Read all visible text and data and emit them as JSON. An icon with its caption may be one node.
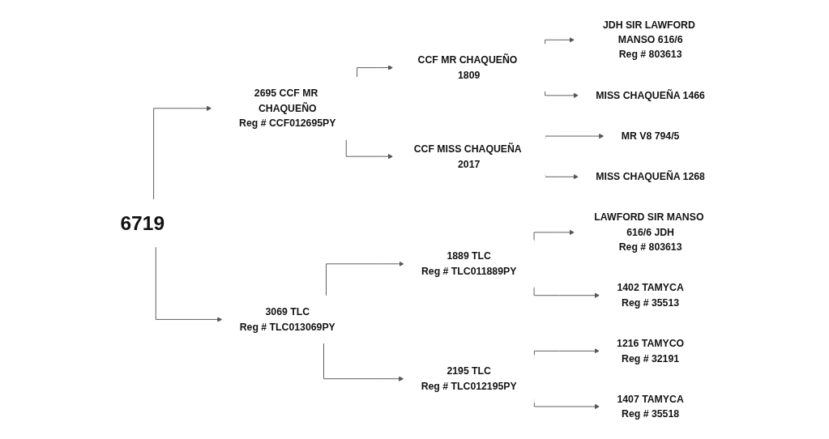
{
  "diagram": {
    "nodes": [
      {
        "text": [
          "6719"
        ]
      },
      {
        "text": [
          "2695 CCF MR CHAQUEÑO",
          "Reg # CCF012695PY"
        ]
      },
      {
        "text": [
          "CCF MR CHAQUEÑO 1809"
        ]
      },
      {
        "text": [
          "JDH SIR LAWFORD MANSO 616/6",
          "Reg # 803613"
        ]
      },
      {
        "text": [
          "MISS CHAQUEÑA 1466"
        ]
      },
      {
        "text": [
          "CCF MISS CHAQUEÑA 2017"
        ]
      },
      {
        "text": [
          "MR V8 794/5"
        ]
      },
      {
        "text": [
          "MISS CHAQUEÑA 1268"
        ]
      },
      {
        "text": [
          "3069 TLC",
          "Reg # TLC013069PY"
        ]
      },
      {
        "text": [
          "1889 TLC",
          "Reg # TLC011889PY"
        ]
      },
      {
        "text": [
          "LAWFORD SIR MANSO 616/6 JDH",
          "Reg # 803613"
        ]
      },
      {
        "text": [
          "1402 TAMYCA",
          "Reg # 35513"
        ]
      },
      {
        "text": [
          "2195 TLC",
          "Reg # TLC012195PY"
        ]
      },
      {
        "text": [
          "1216 TAMYCO",
          "Reg # 32191"
        ]
      },
      {
        "text": [
          "1407 TAMYCA",
          "Reg # 35518"
        ]
      }
    ],
    "edges": [
      {
        "from": 0,
        "to": 1,
        "arrow": "to"
      },
      {
        "from": 1,
        "to": 2,
        "arrow": "to"
      },
      {
        "from": 2,
        "to": 3,
        "arrow": "to"
      },
      {
        "from": 2,
        "to": 4,
        "arrow": "to"
      },
      {
        "from": 1,
        "to": 5,
        "arrow": "to"
      },
      {
        "from": 5,
        "to": 6,
        "arrow": "to"
      },
      {
        "from": 5,
        "to": 7,
        "arrow": "to"
      },
      {
        "from": 0,
        "to": 8,
        "arrow": "to"
      },
      {
        "from": 8,
        "to": 9,
        "arrow": "to"
      },
      {
        "from": 9,
        "to": 10,
        "arrow": "to"
      },
      {
        "from": 9,
        "to": 11,
        "arrow": "to"
      },
      {
        "from": 8,
        "to": 12,
        "arrow": "to"
      },
      {
        "from": 12,
        "to": 13,
        "arrow": "to"
      },
      {
        "from": 12,
        "to": 14,
        "arrow": "to"
      }
    ]
  }
}
